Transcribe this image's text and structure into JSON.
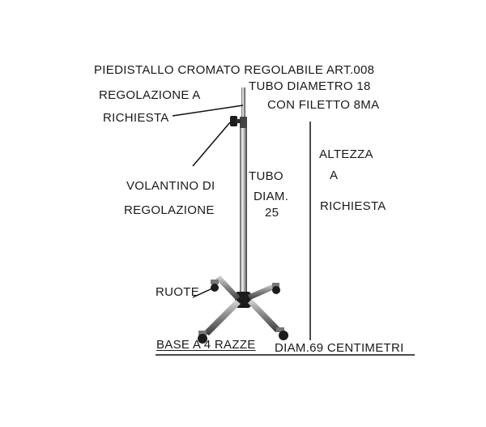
{
  "labels": {
    "title": "PIEDISTALLO CROMATO REGOLABILE  ART.008",
    "tube_top_1": "TUBO DIAMETRO 18",
    "tube_top_2": "CON FILETTO 8MA",
    "regolazione_1": "REGOLAZIONE  A",
    "regolazione_2": "RICHIESTA",
    "volantino_1": "VOLANTINO  DI",
    "volantino_2": "REGOLAZIONE",
    "tubo_1": "TUBO",
    "tubo_2": "DIAM.",
    "tubo_3": "25",
    "altezza_1": "ALTEZZA",
    "altezza_2": "A",
    "altezza_3": "RICHIESTA",
    "ruote": "RUOTE",
    "base": "BASE A  4 RAZZE",
    "diametro": "DIAM.69 CENTIMETRI"
  },
  "colors": {
    "text": "#1a1a1a",
    "line": "#111111",
    "chrome_light": "#e6e6e6",
    "chrome_dark": "#5a5a5a",
    "knob": "#1c1c1c"
  }
}
